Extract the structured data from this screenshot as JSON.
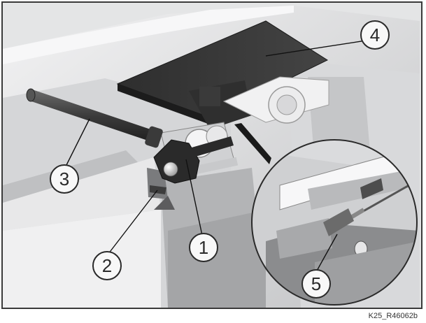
{
  "figure": {
    "reference_code": "K25_R46062b",
    "callouts": [
      {
        "id": "c1",
        "label": "1"
      },
      {
        "id": "c2",
        "label": "2"
      },
      {
        "id": "c3",
        "label": "3"
      },
      {
        "id": "c4",
        "label": "4"
      },
      {
        "id": "c5",
        "label": "5"
      }
    ]
  },
  "colors": {
    "background": "#ffffff",
    "frame": "#3a3a3a",
    "body_light": "#e9e9ea",
    "body_mid": "#c9c9cb",
    "body_dark": "#8e8f91",
    "part_black": "#2b2b2b"
  }
}
